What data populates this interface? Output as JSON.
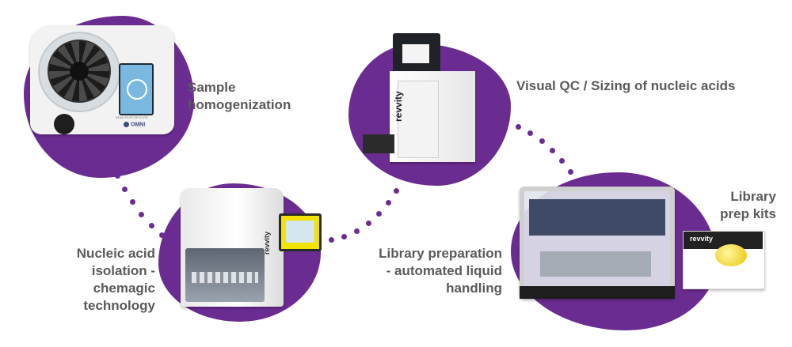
{
  "colors": {
    "brand_purple": "#6b2c91",
    "label_gray": "#5a5a5a"
  },
  "steps": {
    "homogenization": {
      "label_lines": [
        "Sample",
        "homogenization"
      ],
      "device_brand": "OMNI",
      "device_model": "BEAD RUPTOR ELITE"
    },
    "isolation": {
      "label_lines": [
        "Nucleic acid",
        "isolation -",
        "chemagic",
        "technology"
      ],
      "device_brand": "revvity"
    },
    "qc": {
      "label_lines": [
        "Visual QC / Sizing of nucleic acids"
      ],
      "device_brand": "revvity"
    },
    "liquid_handling": {
      "label_lines": [
        "Library preparation",
        "- automated liquid",
        "handling"
      ]
    },
    "kits": {
      "label_lines": [
        "Library",
        "prep kits"
      ],
      "device_brand": "revvity"
    }
  }
}
